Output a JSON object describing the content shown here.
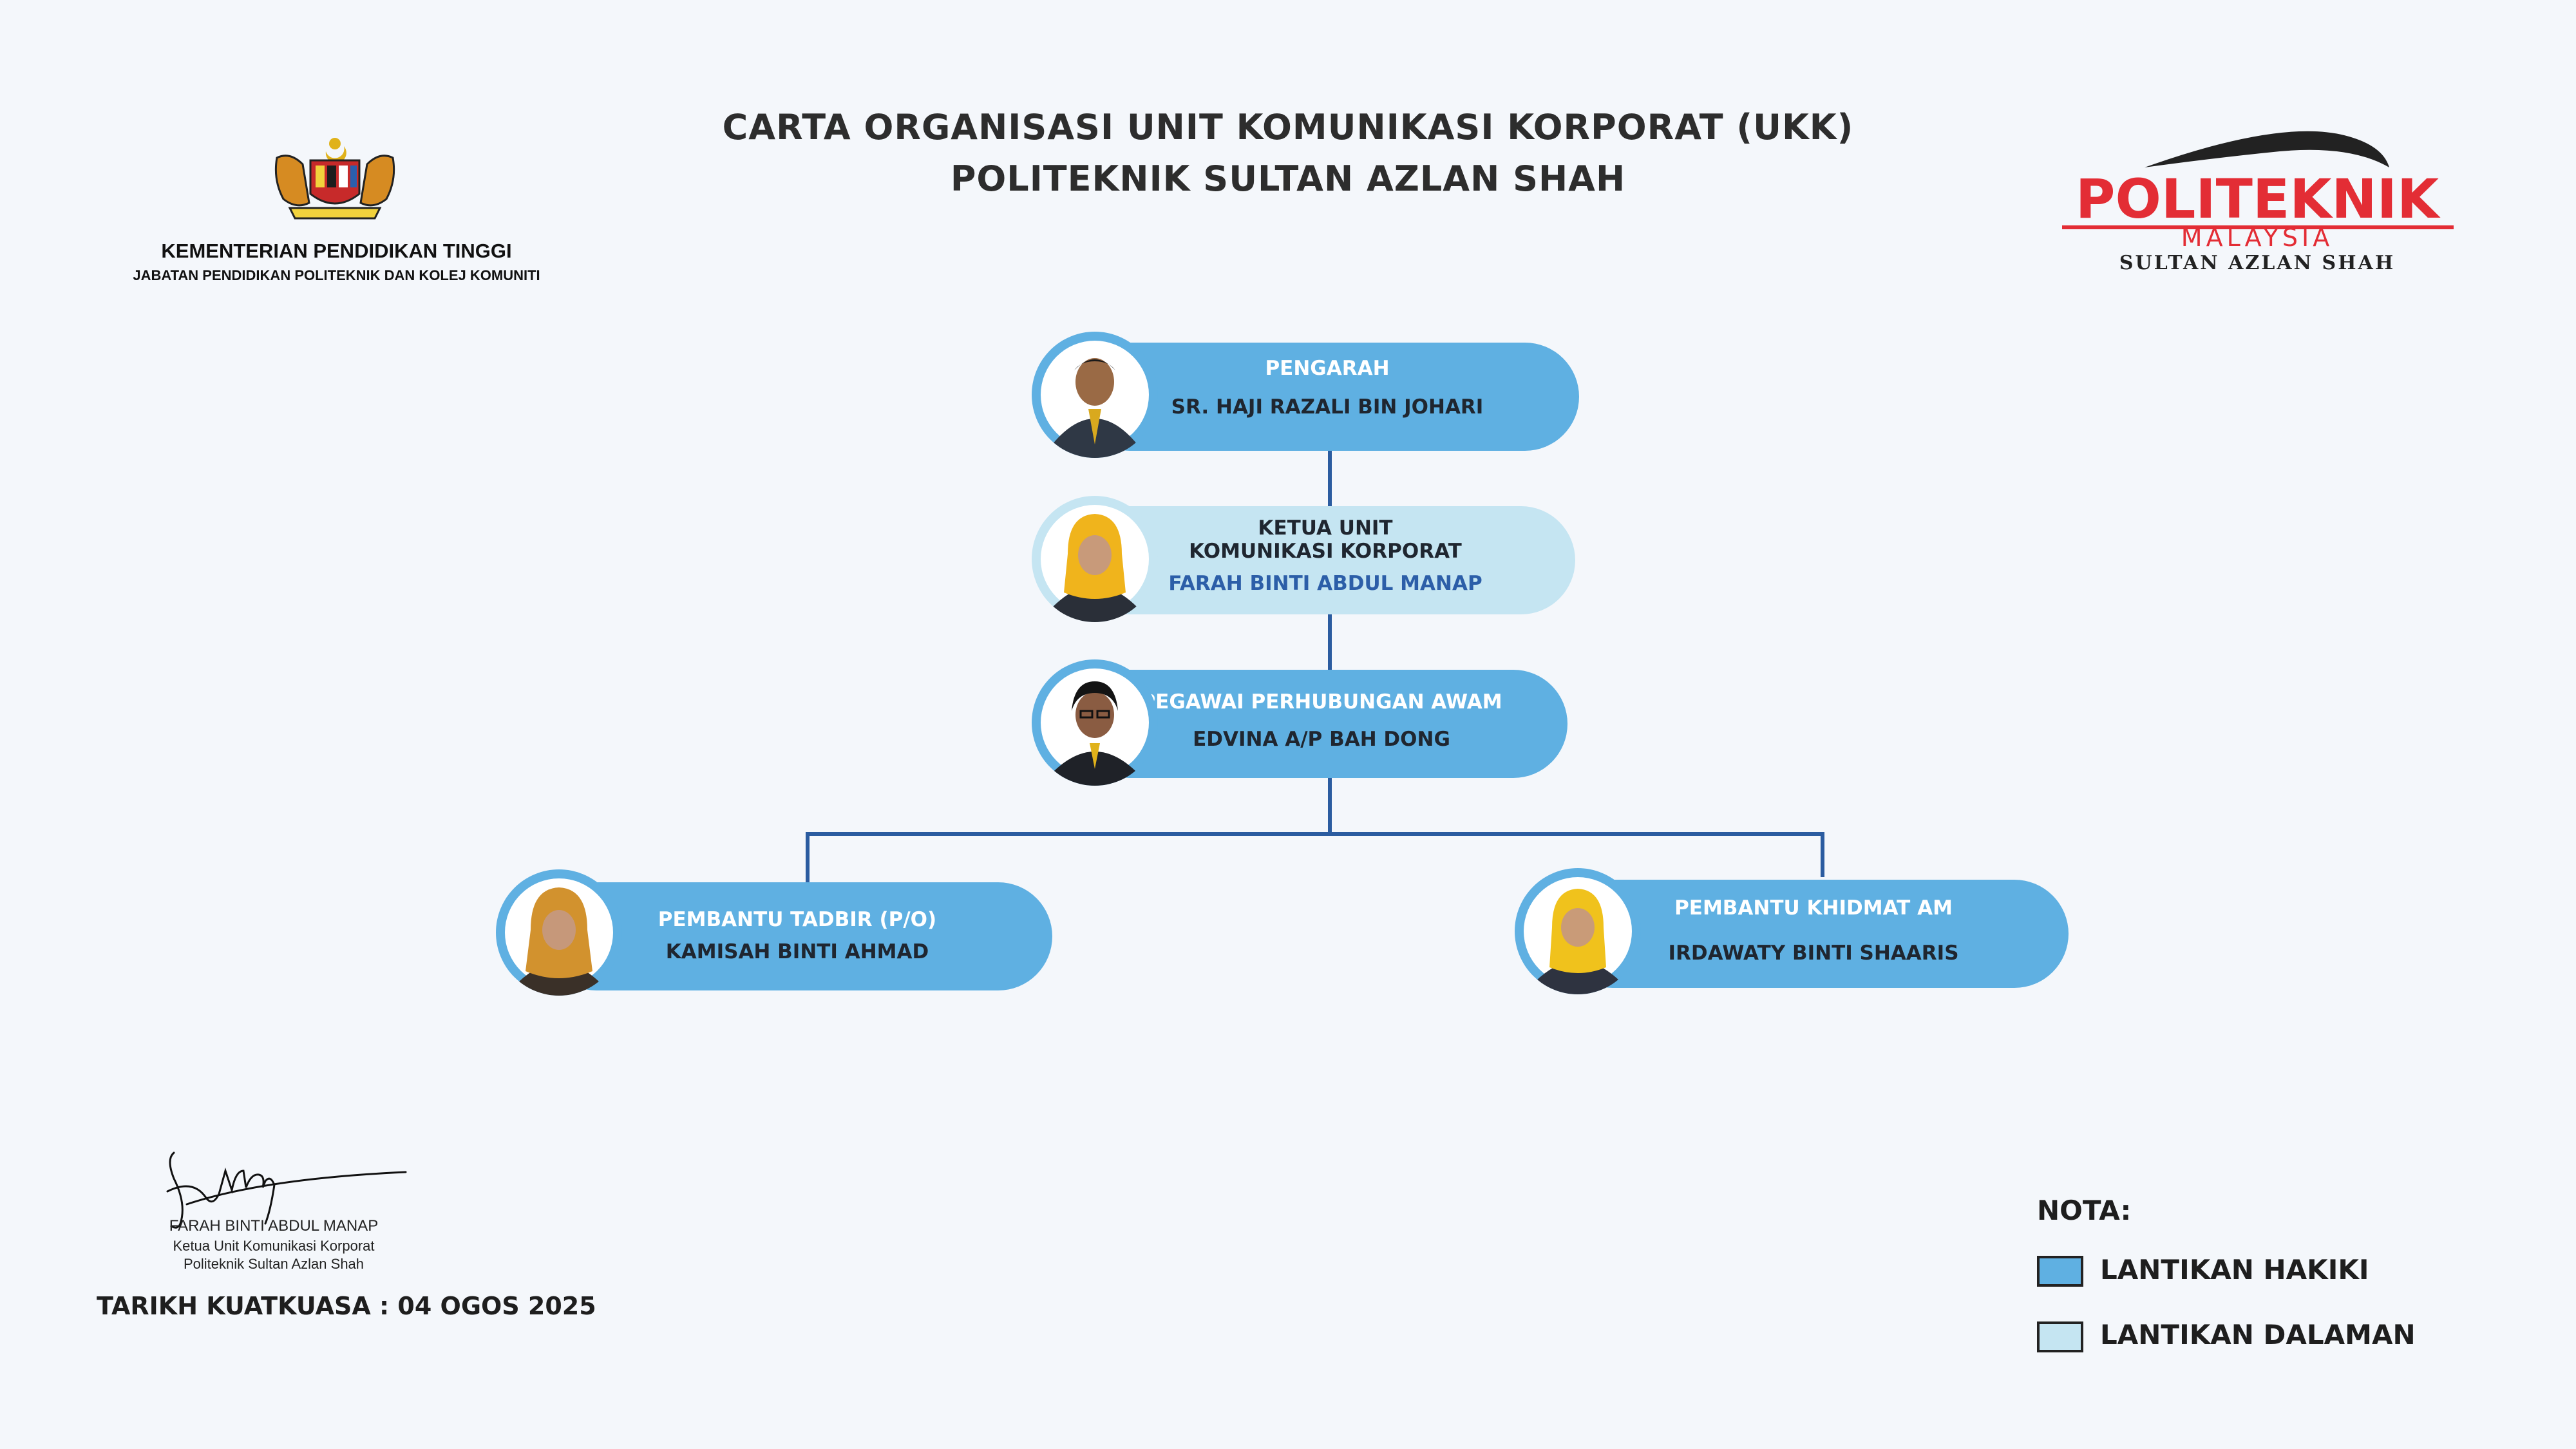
{
  "title": {
    "line1": "CARTA ORGANISASI UNIT KOMUNIKASI KORPORAT (UKK)",
    "line2": "POLITEKNIK SULTAN AZLAN SHAH"
  },
  "header_left": {
    "ministry": "KEMENTERIAN PENDIDIKAN TINGGI",
    "department": "JABATAN PENDIDIKAN POLITEKNIK DAN KOLEJ KOMUNITI"
  },
  "header_right": {
    "logo_word": "POLITEKNIK",
    "logo_country": "MALAYSIA",
    "logo_campus": "SULTAN AZLAN SHAH"
  },
  "org": {
    "pengarah": {
      "role": "PENGARAH",
      "name": "SR. HAJI RAZALI BIN JOHARI",
      "appointment": "hakiki"
    },
    "ketua": {
      "role_line1": "KETUA UNIT",
      "role_line2": "KOMUNIKASI KORPORAT",
      "name": "FARAH BINTI ABDUL MANAP",
      "appointment": "dalaman"
    },
    "pegawai": {
      "role": "PEGAWAI PERHUBUNGAN AWAM",
      "name": "EDVINA A/P BAH DONG",
      "appointment": "hakiki"
    },
    "tadbir": {
      "role": "PEMBANTU TADBIR (P/O)",
      "name": "KAMISAH BINTI AHMAD",
      "appointment": "hakiki"
    },
    "khidmat": {
      "role": "PEMBANTU KHIDMAT AM",
      "name": "IRDAWATY BINTI SHAARIS",
      "appointment": "hakiki"
    }
  },
  "signatory": {
    "name": "FARAH BINTI ABDUL MANAP",
    "position": "Ketua Unit Komunikasi Korporat",
    "institution": "Politeknik Sultan Azlan Shah"
  },
  "effective_date": "TARIKH KUATKUASA : 04 OGOS 2025",
  "legend": {
    "title": "NOTA:",
    "items": [
      {
        "label": "LANTIKAN HAKIKI",
        "color": "#5fb0e2"
      },
      {
        "label": "LANTIKAN DALAMAN",
        "color": "#c5e5f2"
      }
    ]
  },
  "colors": {
    "hakiki": "#5fb0e2",
    "dalaman": "#c5e5f2",
    "connector": "#2b5ca0",
    "logo_red": "#e32d35"
  }
}
